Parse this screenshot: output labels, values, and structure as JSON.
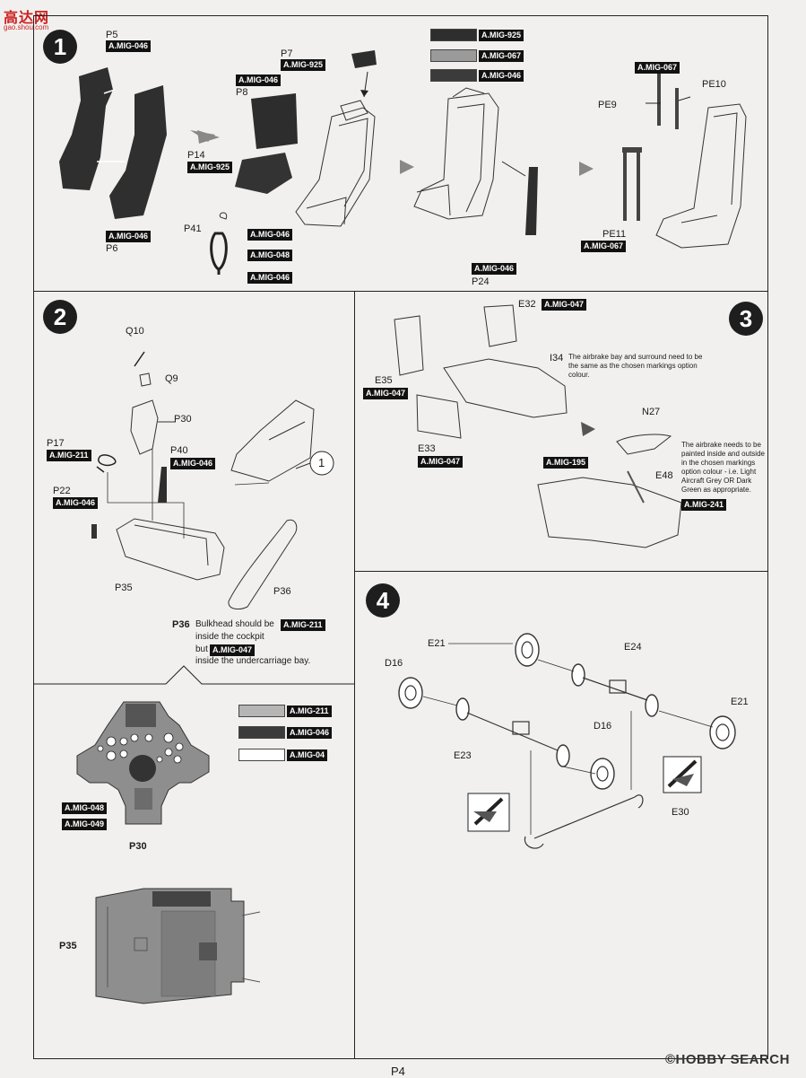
{
  "watermark_top": {
    "logo_text": "高达网",
    "url": "gao.shou.com"
  },
  "watermark_bottom": "©HOBBY SEARCH",
  "page_number": "P4",
  "colors": {
    "black_paint": "#2e2e2e",
    "grey_paint": "#9a9a9a",
    "dark_paint": "#3b3b3b",
    "light_grey": "#b5b5b5",
    "white": "#ffffff"
  },
  "step1": {
    "number": "1",
    "parts": {
      "p5": "P5",
      "p5_paint": "A.MIG-046",
      "p6": "P6",
      "p6_paint": "A.MIG-046",
      "p7": "P7",
      "p7_paint": "A.MIG-925",
      "p8": "P8",
      "p8_paint": "A.MIG-046",
      "p14": "P14",
      "p14_paint": "A.MIG-925",
      "p41": "P41",
      "p41_paint_a": "A.MIG-046",
      "p41_paint_b": "A.MIG-048",
      "p41_paint_c": "A.MIG-046",
      "p24": "P24",
      "p24_paint": "A.MIG-046",
      "pe9": "PE9",
      "pe10": "PE10",
      "pe10_paint": "A.MIG-067",
      "pe11": "PE11",
      "pe11_paint": "A.MIG-067"
    },
    "legend": [
      {
        "paint": "A.MIG-925",
        "color": "#2e2e2e"
      },
      {
        "paint": "A.MIG-067",
        "color": "#9a9a9a"
      },
      {
        "paint": "A.MIG-046",
        "color": "#3b3b3b"
      }
    ]
  },
  "step2": {
    "number": "2",
    "parts": {
      "q10": "Q10",
      "q9": "Q9",
      "p30": "P30",
      "p40": "P40",
      "p40_paint": "A.MIG-046",
      "p17": "P17",
      "p17_paint": "A.MIG-211",
      "p22": "P22",
      "p22_paint": "A.MIG-046",
      "p35": "P35",
      "p36": "P36",
      "ref": "1"
    },
    "note": {
      "part": "P36",
      "line1": "Bulkhead should be",
      "paint1": "A.MIG-211",
      "line2": "inside the cockpit",
      "line3": "but",
      "paint2": "A.MIG-047",
      "line4": "inside the undercarriage bay."
    },
    "detail_legend": [
      {
        "paint": "A.MIG-211",
        "color": "#b5b5b5"
      },
      {
        "paint": "A.MIG-046",
        "color": "#3b3b3b"
      },
      {
        "paint": "A.MIG-04",
        "color": "#ffffff"
      }
    ],
    "detail": {
      "p30_label": "P30",
      "p30_paint_a": "A.MIG-048",
      "p30_paint_b": "A.MIG-049",
      "p35_label": "P35"
    }
  },
  "step3": {
    "number": "3",
    "parts": {
      "e32": "E32",
      "e32_paint": "A.MIG-047",
      "i34": "I34",
      "e35": "E35",
      "e35_paint": "A.MIG-047",
      "e33": "E33",
      "e33_paint": "A.MIG-047",
      "n27": "N27",
      "e48": "E48",
      "e48_paint": "A.MIG-241",
      "pe_paint": "A.MIG-195"
    },
    "note_a": "The airbrake bay and surround need to be the same as the chosen markings option colour.",
    "note_b": "The airbrake needs to be painted inside and outside in the chosen markings option colour - i.e. Light Aircraft Grey OR Dark Green as appropriate."
  },
  "step4": {
    "number": "4",
    "parts": {
      "e21a": "E21",
      "e21b": "E21",
      "e24": "E24",
      "d16a": "D16",
      "d16b": "D16",
      "e23": "E23",
      "e30": "E30"
    }
  }
}
